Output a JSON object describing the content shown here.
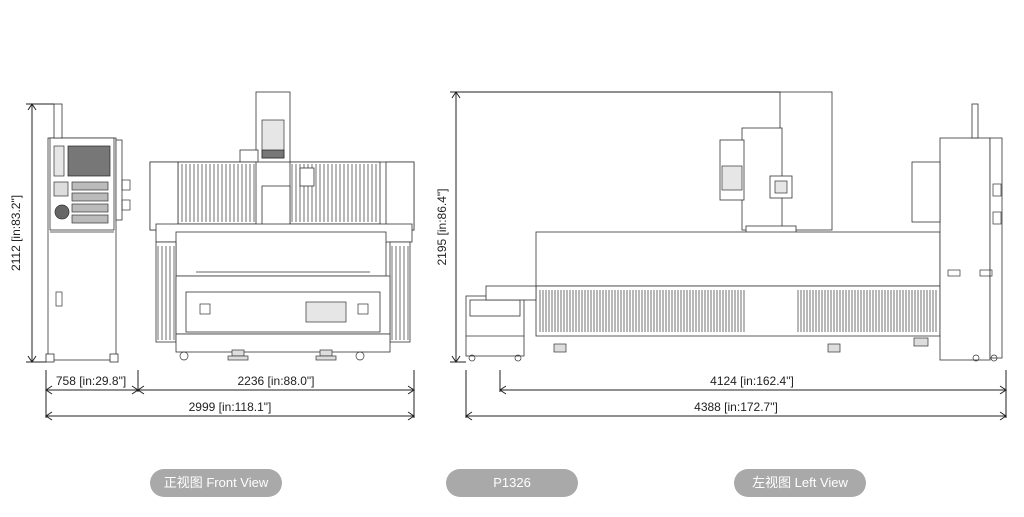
{
  "dimensions": {
    "front_height": "2112 [in:83.2\"]",
    "front_cabinet_width": "758 [in:29.8\"]",
    "front_machine_width": "2236 [in:88.0\"]",
    "front_total_width": "2999 [in:118.1\"]",
    "left_height": "2195 [in:86.4\"]",
    "left_machine_length": "4124 [in:162.4\"]",
    "left_total_length": "4388 [in:172.7\"]"
  },
  "labels": {
    "front_view": "正视图 Front View",
    "model": "P1326",
    "left_view": "左视图 Left View"
  },
  "colors": {
    "line": "#222222",
    "pill": "#a9a9a9",
    "pill_text": "#ffffff"
  }
}
